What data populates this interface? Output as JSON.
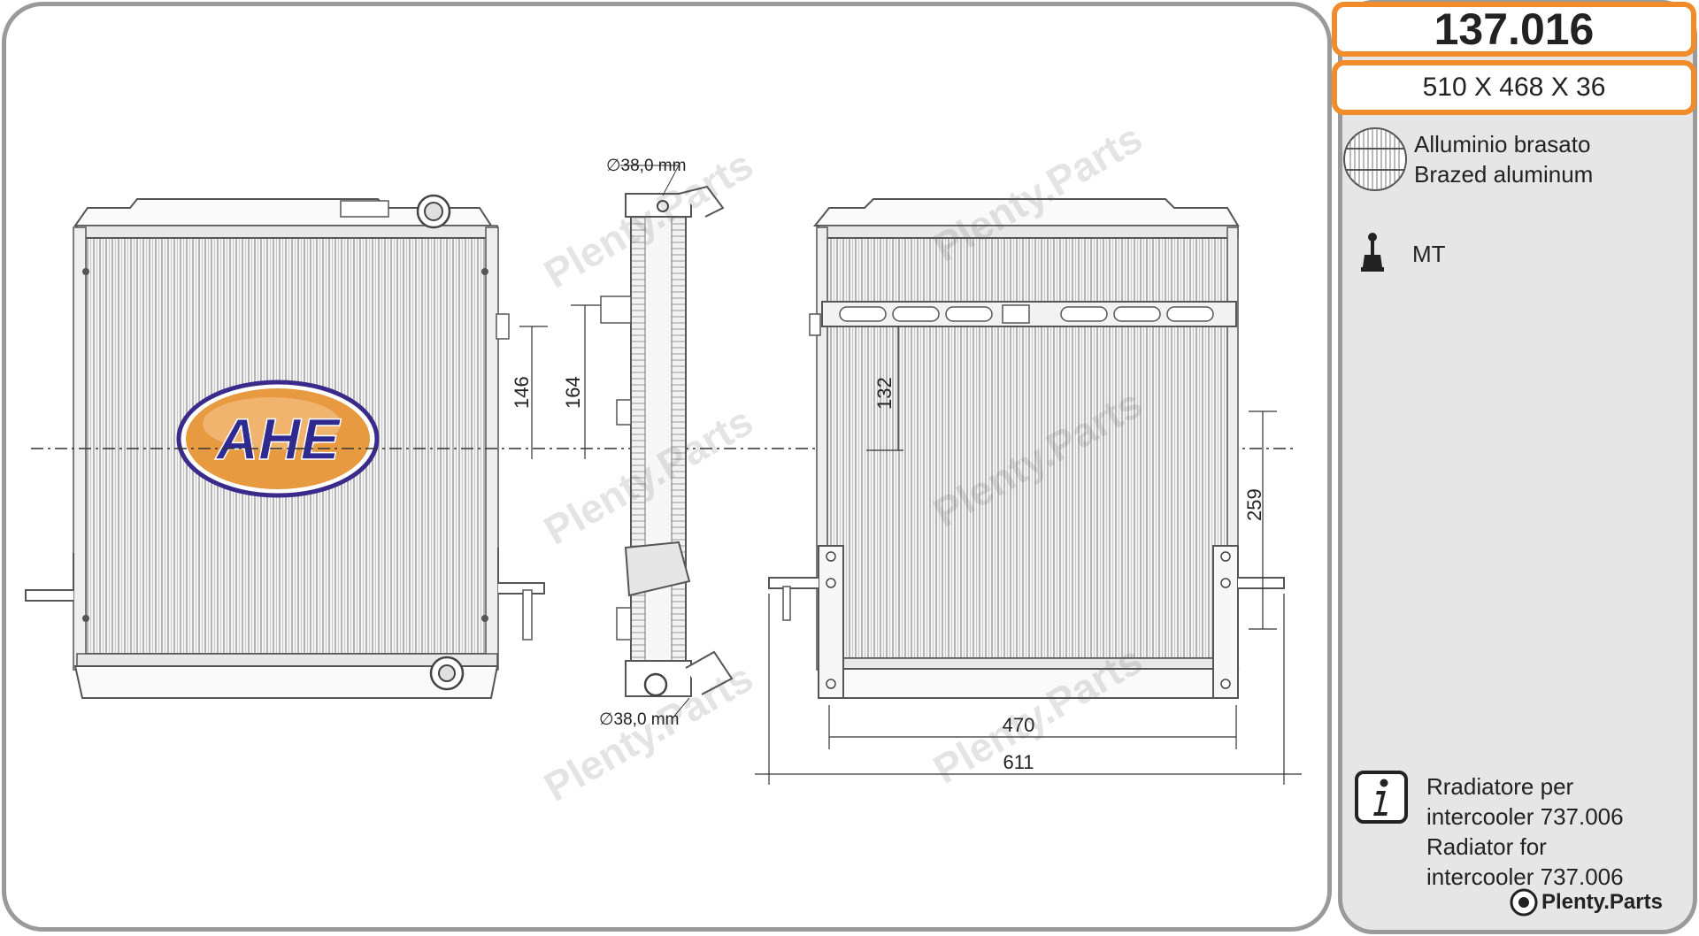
{
  "part": {
    "code": "137.016",
    "dimensions": "510 X 468 X 36"
  },
  "material": {
    "line1": "Alluminio brasato",
    "line2": "Brazed aluminum"
  },
  "transmission": {
    "label": "MT"
  },
  "note": {
    "line1": "Rradiatore per",
    "line2": "intercooler 737.006",
    "line3": "Radiator for",
    "line4": "intercooler 737.006"
  },
  "brand": {
    "logo_text": "AHE"
  },
  "drawing": {
    "dim_146": "146",
    "dim_164": "164",
    "dim_132": "132",
    "dim_259": "259",
    "dim_470": "470",
    "dim_611": "611",
    "pipe_top": "∅38,0 mm",
    "pipe_bottom": "∅38,0 mm"
  },
  "watermark": {
    "text": "Plenty.Parts",
    "footer": "Plenty.Parts"
  }
}
